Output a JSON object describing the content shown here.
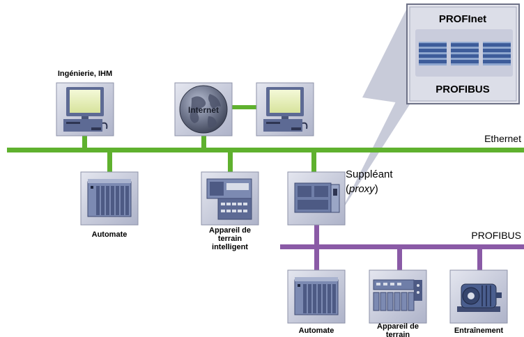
{
  "diagram": {
    "networks": {
      "ethernet": "Ethernet",
      "profibus": "PROFIBUS"
    },
    "callout": {
      "top": "PROFInet",
      "bottom": "PROFIBUS"
    },
    "devices": {
      "engineering_label": "Ingénierie, IHM",
      "internet_label": "Internet",
      "automate_top_label": "Automate",
      "smart_field_label_1": "Appareil de",
      "smart_field_label_2": "terrain",
      "smart_field_label_3": "intelligent",
      "proxy_label_1": "Suppléant",
      "proxy_label_2a": "(",
      "proxy_label_2b": "proxy",
      "proxy_label_2c": ")",
      "automate_bottom_label": "Automate",
      "field_bottom_label_1": "Appareil de",
      "field_bottom_label_2": "terrain",
      "drive_label": "Entraînement"
    },
    "colors": {
      "ethernet": "#5fb12e",
      "profibus": "#8a5aa6",
      "tile_bg": "#c8ccdc",
      "device_blue": "#4a5e8e"
    }
  }
}
